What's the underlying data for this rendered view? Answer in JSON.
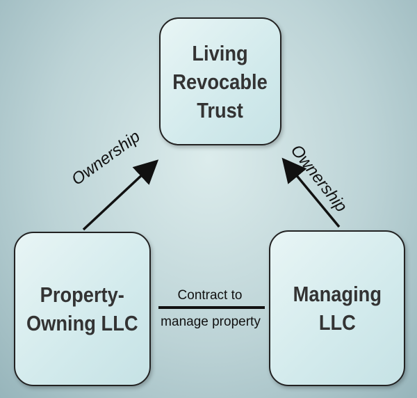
{
  "nodes": {
    "trust": {
      "label": "Living\nRevocable\nTrust"
    },
    "property_llc": {
      "label": "Property-\nOwning LLC"
    },
    "managing_llc": {
      "label": "Managing\nLLC"
    }
  },
  "edges": {
    "property_to_trust": {
      "label": "Ownership"
    },
    "managing_to_trust": {
      "label": "Ownership"
    },
    "contract": {
      "label_line1": "Contract to",
      "label_line2": "manage property"
    }
  },
  "colors": {
    "box_fill": "#d2eaec",
    "box_border": "#222222",
    "text": "#333333",
    "background": "#bcd3d6"
  }
}
